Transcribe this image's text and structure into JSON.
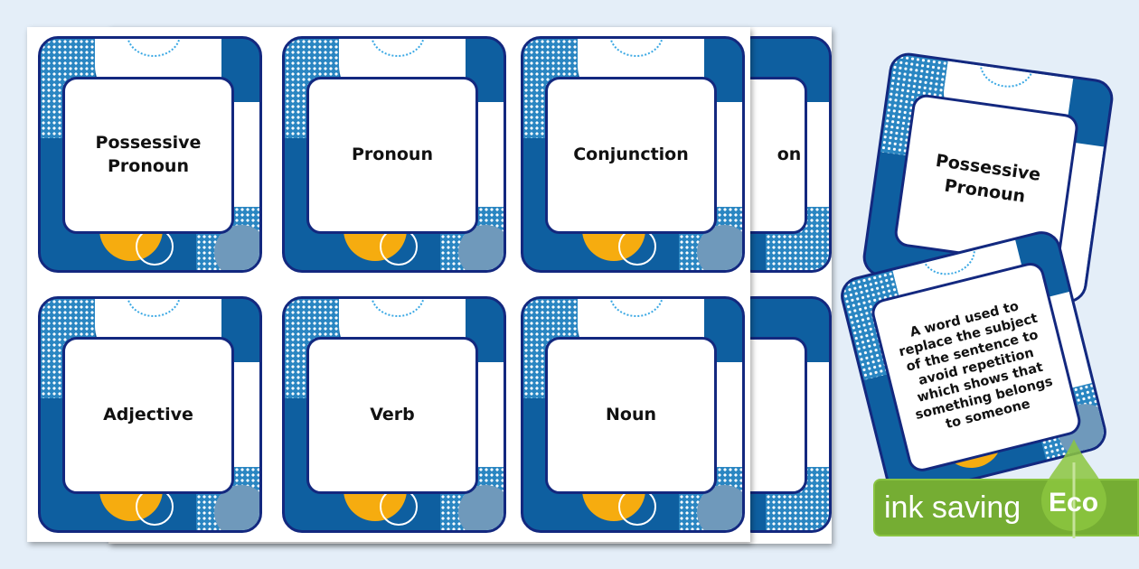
{
  "sheet_front": {
    "cards": [
      {
        "label": "Possessive Pronoun"
      },
      {
        "label": "Pronoun"
      },
      {
        "label": "Conjunction"
      },
      {
        "label": "Adjective"
      },
      {
        "label": "Verb"
      },
      {
        "label": "Noun"
      }
    ]
  },
  "sheet_back": {
    "partial_card_text": "on"
  },
  "preview_cards": {
    "term": "Possessive Pronoun",
    "definition": "A word used to replace the subject of the sentence to avoid repetition which shows that something belongs to someone"
  },
  "badge": {
    "text": "ink saving",
    "label": "Eco",
    "icon": "leaf-icon",
    "color": "#75ad33"
  },
  "colors": {
    "background": "#e4eef8",
    "card_blue": "#0e5fa0",
    "card_border": "#13287f",
    "accent_yellow": "#f6ac0f"
  }
}
